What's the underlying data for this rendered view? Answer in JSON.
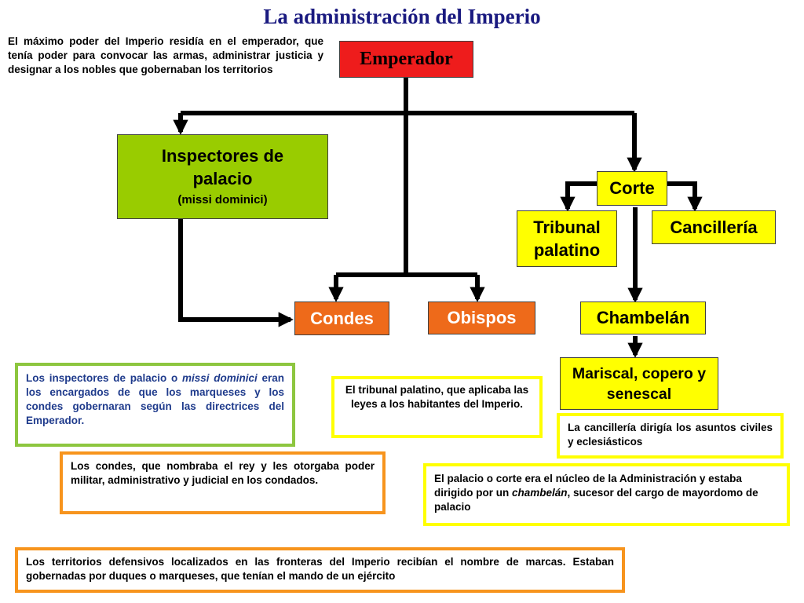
{
  "title": "La administración del Imperio",
  "intro": "El máximo poder del Imperio residía en el emperador, que tenía poder para convocar las armas, administrar justicia y designar a los nobles que gobernaban los territorios",
  "nodes": {
    "emperador": "Emperador",
    "inspectores_title": "Inspectores de palacio",
    "inspectores_sub": "(missi dominici)",
    "corte": "Corte",
    "tribunal": "Tribunal palatino",
    "cancilleria": "Cancillería",
    "condes": "Condes",
    "obispos": "Obispos",
    "chambelan": "Chambelán",
    "mariscal": "Mariscal, copero y senescal"
  },
  "notes": {
    "missi": {
      "p1": "Los inspectores de palacio o ",
      "em1": "missi dominici",
      "p2": " eran los encargados de que los marqueses y los condes gobernaran según las directrices del Emperador."
    },
    "tribunal": "El tribunal palatino, que aplicaba las leyes a los habitantes del Imperio.",
    "cancilleria": "La cancillería dirigía los asuntos civiles y eclesiásticos",
    "condes": "Los condes, que nombraba el rey y les otorgaba poder militar, administrativo y judicial en los condados.",
    "palacio": {
      "p1": "El palacio o corte era el núcleo de la Administración y estaba dirigido por un ",
      "em1": "chambelán",
      "p2": ", sucesor del cargo de mayordomo de palacio"
    },
    "marcas": "Los  territorios defensivos localizados en las fronteras del Imperio recibían el nombre de marcas. Estaban gobernadas por duques o marqueses, que tenían el mando de un ejército"
  },
  "colors": {
    "emperador": "#ee1c1c",
    "inspectores": "#99cc00",
    "orange": "#ee6a1a",
    "yellow": "#ffff00"
  }
}
